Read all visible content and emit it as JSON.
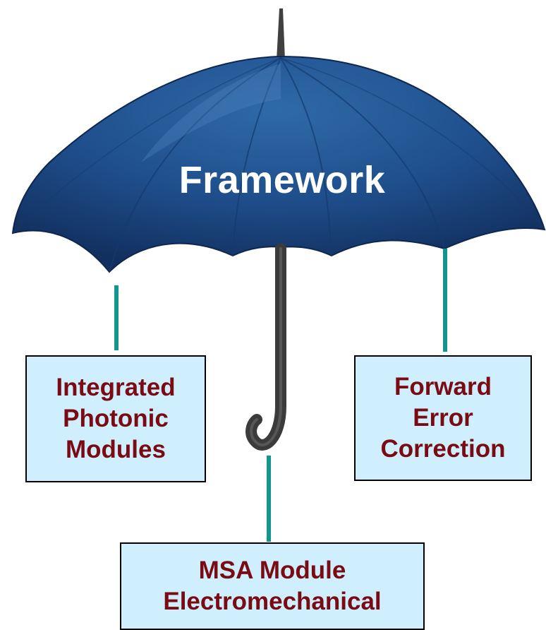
{
  "umbrella": {
    "title": "Framework",
    "canopy_color": "#1f4e8c",
    "handle_color": "#4a4a4a"
  },
  "connector_color": "#13948f",
  "boxes": [
    {
      "id": "integrated-photonic-modules",
      "lines": [
        "Integrated",
        "Photonic",
        "Modules"
      ]
    },
    {
      "id": "forward-error-correction",
      "lines": [
        "Forward",
        "Error",
        "Correction"
      ]
    },
    {
      "id": "msa-module-electromechanical",
      "lines": [
        "MSA Module",
        "Electromechanical"
      ]
    }
  ],
  "box_style": {
    "fill": "#cfeefe",
    "text_color": "#7a0b12",
    "border": "#000000"
  }
}
